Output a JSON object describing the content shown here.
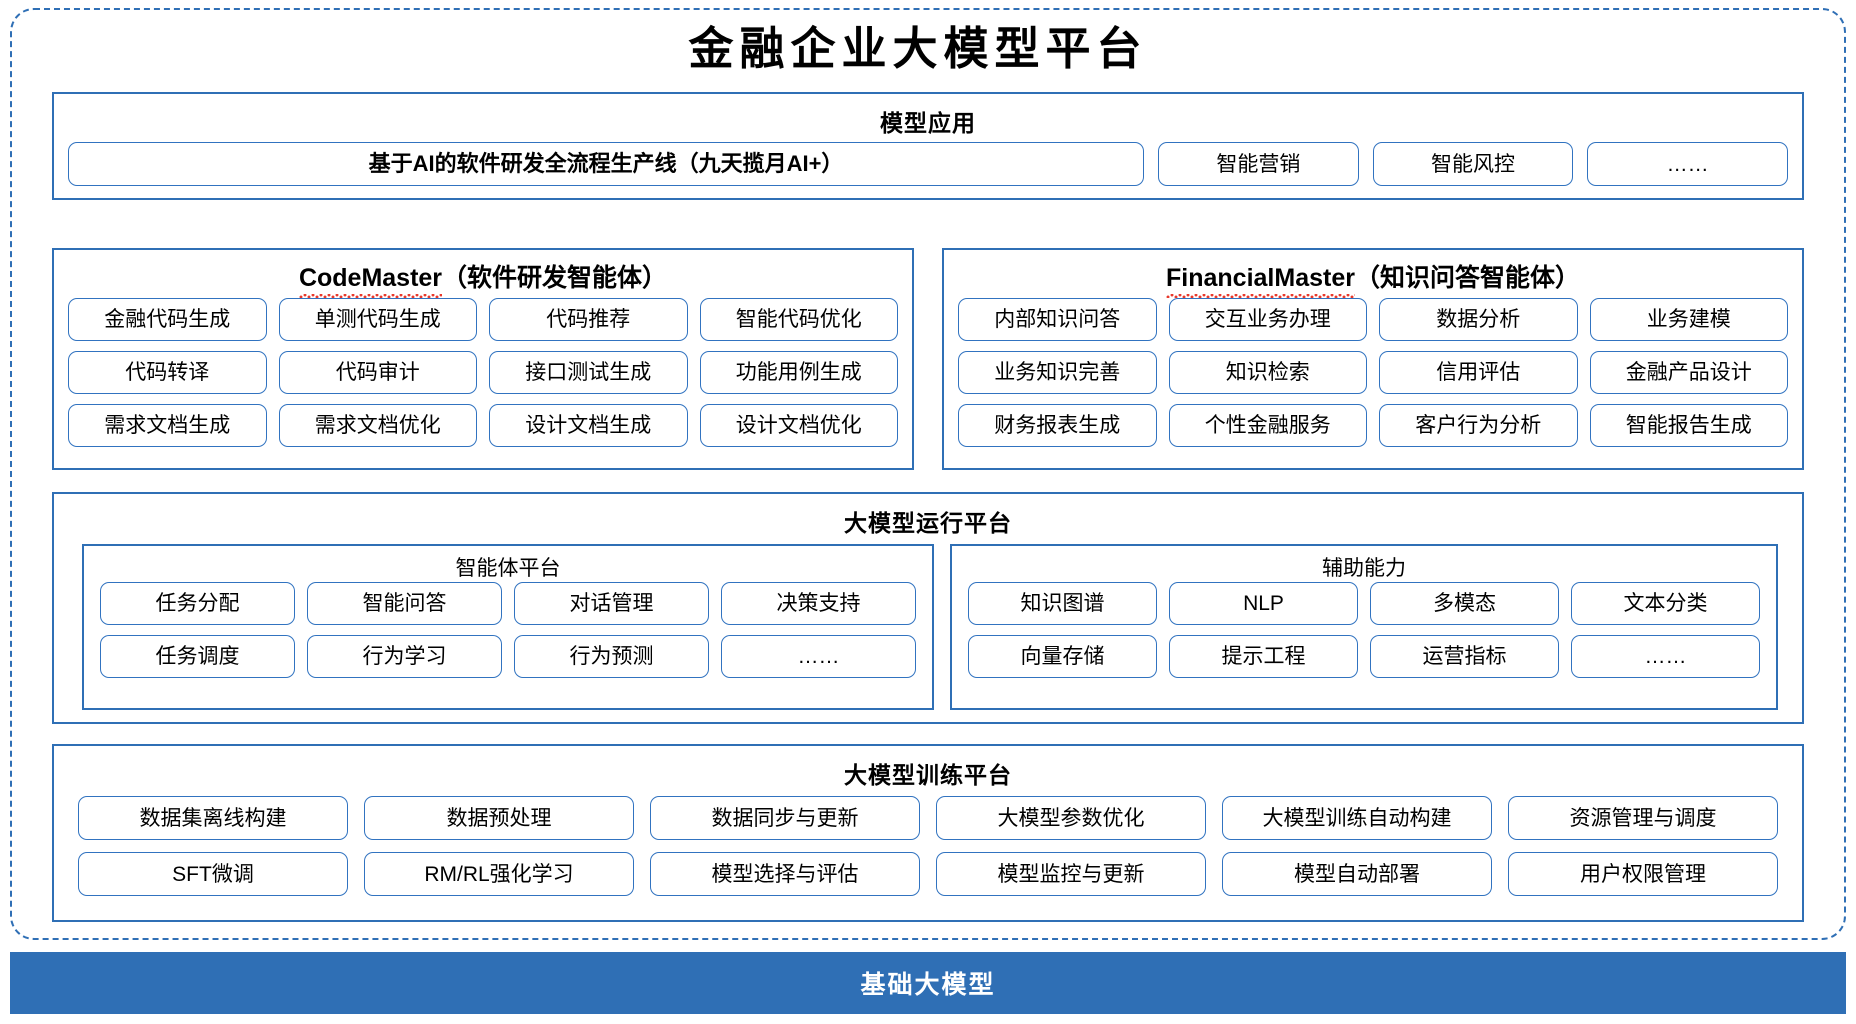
{
  "title": "金融企业大模型平台",
  "sections": {
    "model_application": {
      "title": "模型应用",
      "main_item": "基于AI的软件研发全流程生产线（九天揽月AI+）",
      "items": [
        "智能营销",
        "智能风控",
        "……"
      ]
    },
    "code_master": {
      "name": "CodeMaster",
      "suffix": "（软件研发智能体）",
      "items": [
        "金融代码生成",
        "单测代码生成",
        "代码推荐",
        "智能代码优化",
        "代码转译",
        "代码审计",
        "接口测试生成",
        "功能用例生成",
        "需求文档生成",
        "需求文档优化",
        "设计文档生成",
        "设计文档优化"
      ]
    },
    "financial_master": {
      "name": "FinancialMaster",
      "suffix": "（知识问答智能体）",
      "items": [
        "内部知识问答",
        "交互业务办理",
        "数据分析",
        "业务建模",
        "业务知识完善",
        "知识检索",
        "信用评估",
        "金融产品设计",
        "财务报表生成",
        "个性金融服务",
        "客户行为分析",
        "智能报告生成"
      ]
    },
    "runtime_platform": {
      "title": "大模型运行平台",
      "agent_platform": {
        "title": "智能体平台",
        "items": [
          "任务分配",
          "智能问答",
          "对话管理",
          "决策支持",
          "任务调度",
          "行为学习",
          "行为预测",
          "……"
        ]
      },
      "auxiliary": {
        "title": "辅助能力",
        "items": [
          "知识图谱",
          "NLP",
          "多模态",
          "文本分类",
          "向量存储",
          "提示工程",
          "运营指标",
          "……"
        ]
      }
    },
    "training_platform": {
      "title": "大模型训练平台",
      "items": [
        "数据集离线构建",
        "数据预处理",
        "数据同步与更新",
        "大模型参数优化",
        "大模型训练自动构建",
        "资源管理与调度",
        "SFT微调",
        "RM/RL强化学习",
        "模型选择与评估",
        "模型监控与更新",
        "模型自动部署",
        "用户权限管理"
      ]
    },
    "base_model": {
      "label": "基础大模型"
    }
  },
  "colors": {
    "accent_blue": "#2f6fb5",
    "pill_border": "#3173c0",
    "spell_red": "#e8392c",
    "bar_text": "#ffffff"
  }
}
